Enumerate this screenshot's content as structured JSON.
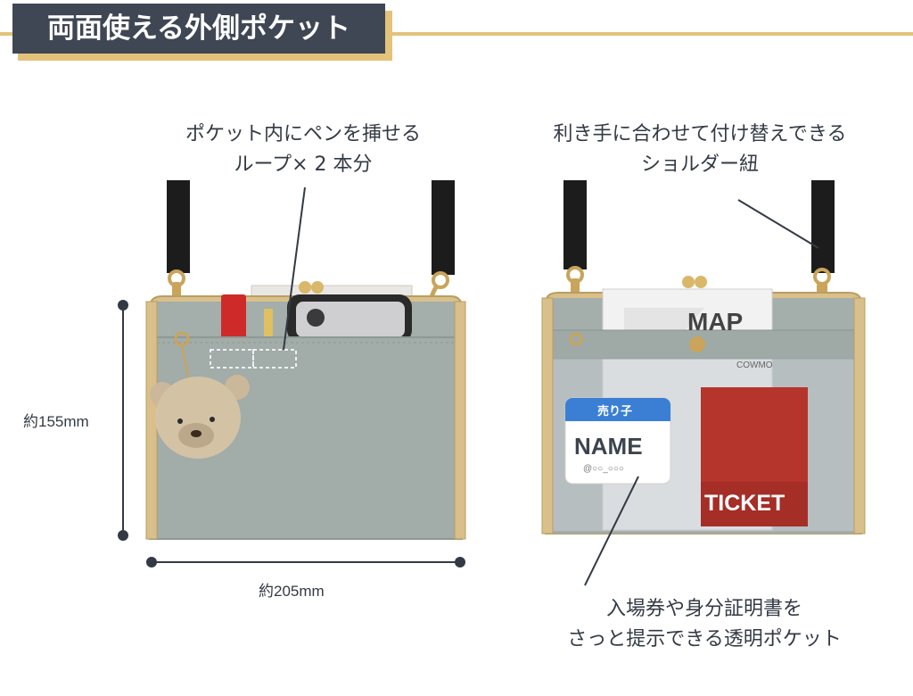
{
  "header": {
    "title": "両面使える外側ポケット"
  },
  "captions": {
    "pen_loop_line1": "ポケット内にペンを挿せる",
    "pen_loop_line2": "ループ× 2 本分",
    "strap_line1": "利き手に合わせて付け替えできる",
    "strap_line2": "ショルダー紐",
    "clear_pocket_line1": "入場券や身分証明書を",
    "clear_pocket_line2": "さっと提示できる透明ポケット"
  },
  "dimensions": {
    "height_label": "約155mm",
    "width_label": "約205mm"
  },
  "product_labels": {
    "map": "MAP",
    "brand_tag": "COWMO",
    "name_badge_header": "売り子",
    "name_badge_name": "NAME",
    "name_badge_sub": "@○○_○○○",
    "ticket": "TICKET"
  },
  "colors": {
    "header_bg": "#3f4654",
    "accent_gold": "#e3c37a",
    "fabric_gray": "#a4aeab",
    "frame_gold": "#d9c08a",
    "strap_black": "#1c1c1c",
    "badge_blue": "#3a7fd4",
    "ticket_red": "#b5342c"
  }
}
